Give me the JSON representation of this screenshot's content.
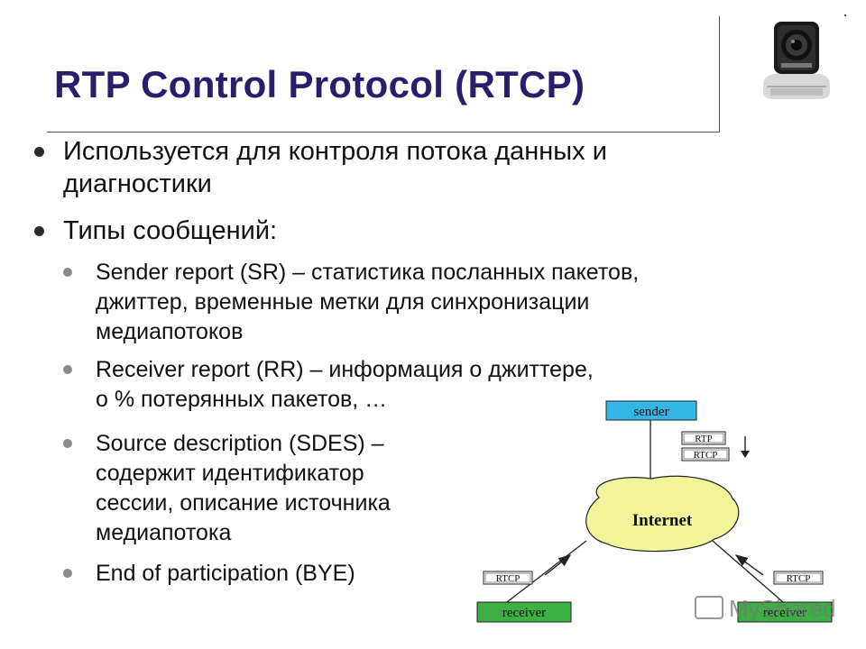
{
  "title": "RTP Control Protocol (RTCP)",
  "bullets": [
    {
      "lines": [
        "Используется для контроля потока данных и",
        "диагностики"
      ]
    },
    {
      "lines": [
        "Типы сообщений:"
      ],
      "sub": [
        {
          "lines": [
            "Sender report (SR) – статистика посланных пакетов,",
            "джиттер, временные метки для синхронизации",
            "медиапотоков"
          ]
        },
        {
          "lines": [
            "Receiver report (RR) – информация о джиттере,",
            "о % потерянных пакетов, …"
          ]
        },
        {
          "lines": [
            "Source description (SDES) –",
            "содержит идентификатор",
            "сессии, описание источника",
            "медиапотока"
          ]
        },
        {
          "lines": [
            "End of participation (BYE)"
          ]
        }
      ]
    }
  ],
  "diagram": {
    "sender": "sender",
    "internet": "Internet",
    "receiver_left": "receiver",
    "receiver_right": "receiver",
    "rtp_tag": "RTP",
    "rtcp_tag_top": "RTCP",
    "rtcp_tag_left": "RTCP",
    "rtcp_tag_right": "RTCP",
    "colors": {
      "sender_fill": "#33b5e5",
      "receiver_fill": "#3cb043",
      "cloud_fill": "#f4f59a"
    }
  },
  "watermark": "MyShared",
  "icons": {
    "webcam": "webcam-icon"
  }
}
